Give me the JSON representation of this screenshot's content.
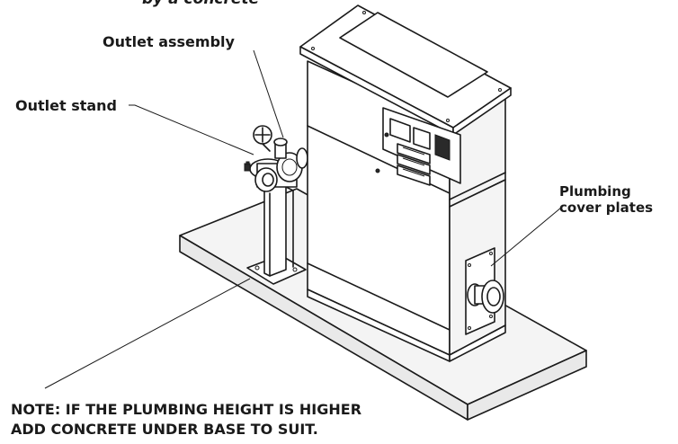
{
  "labels": {
    "top_cut": "by a concrete",
    "outlet_assembly": "Outlet assembly",
    "outlet_stand": "Outlet stand",
    "plumbing_line1": "Plumbing",
    "plumbing_line2": "cover plates",
    "note_line1": "NOTE: IF THE PLUMBING HEIGHT IS HIGHER",
    "note_line2": "ADD CONCRETE UNDER BASE TO SUIT."
  }
}
